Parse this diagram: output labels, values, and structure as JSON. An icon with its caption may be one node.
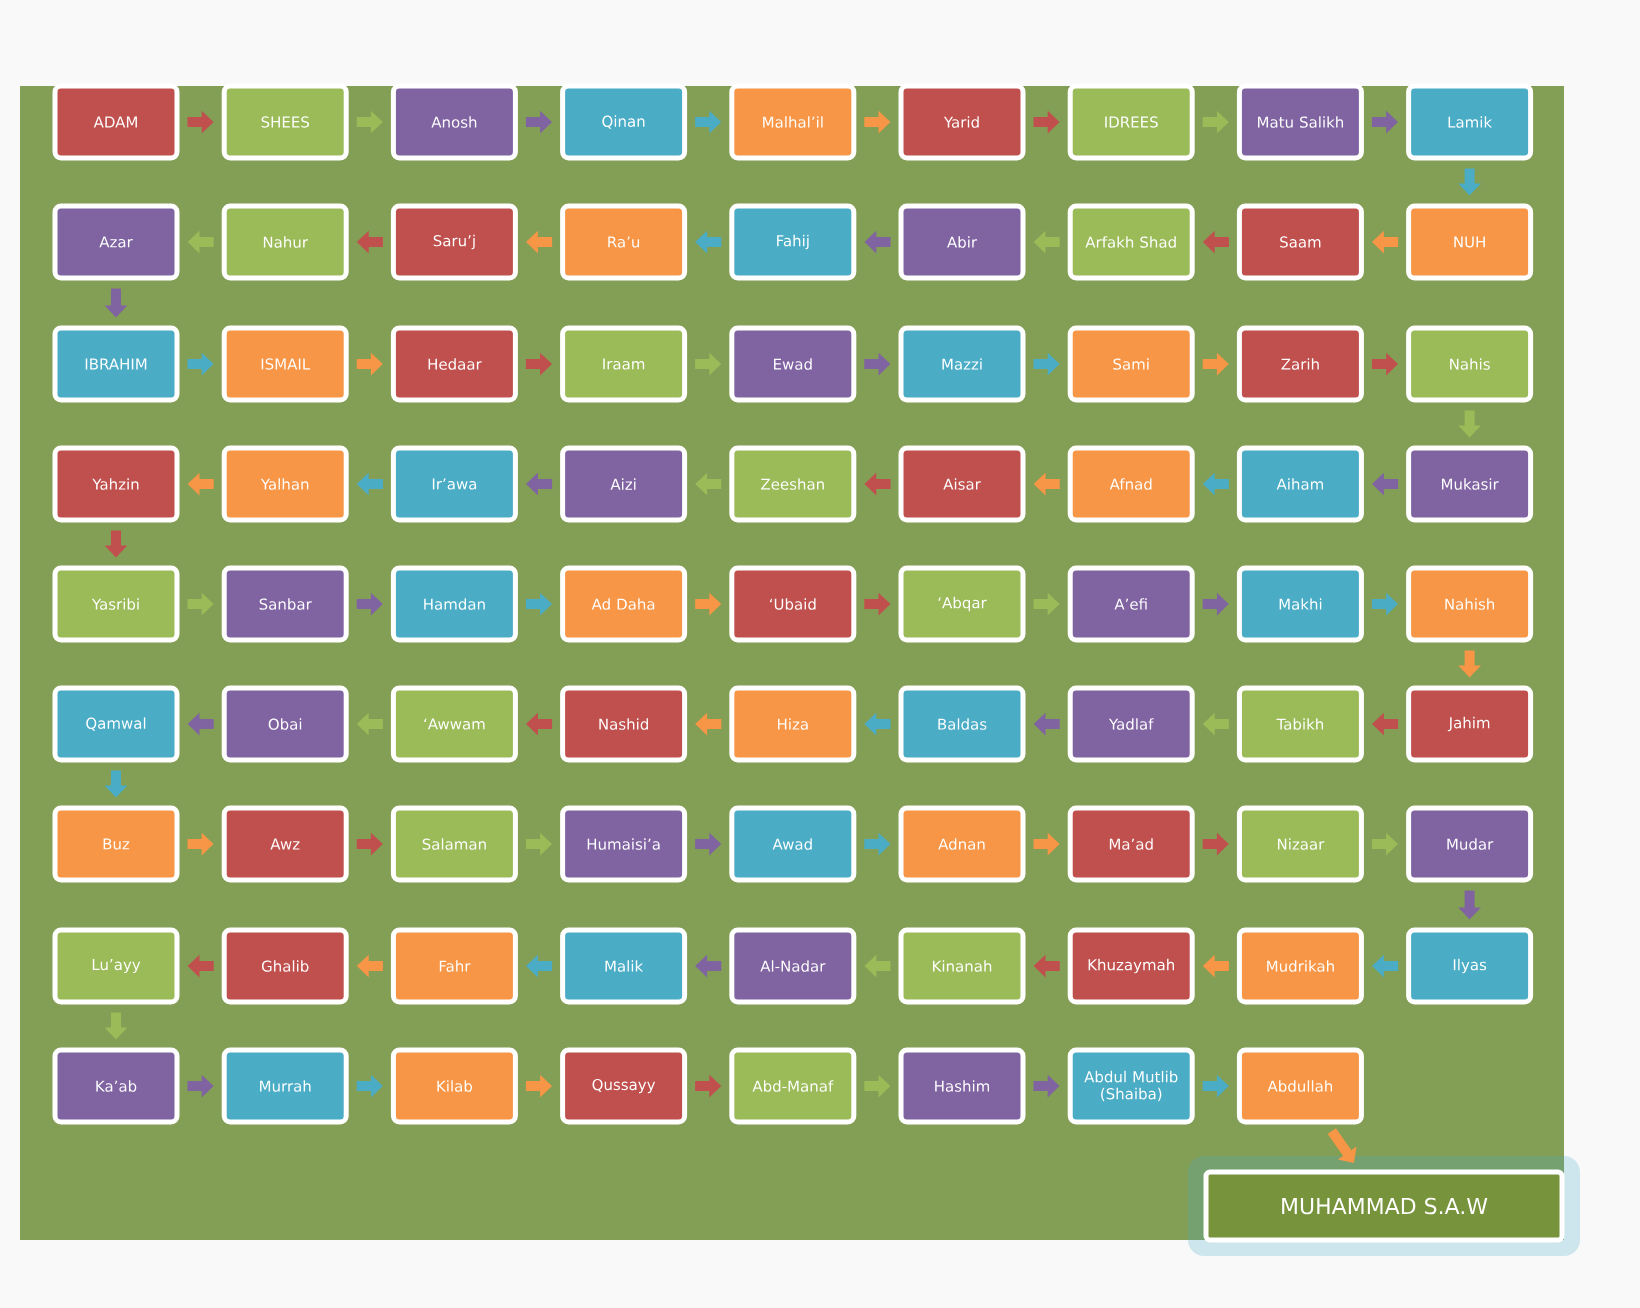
{
  "diagram": {
    "nodes": [
      {
        "text": [
          "ADAM"
        ]
      },
      {
        "text": [
          "SHEES"
        ]
      },
      {
        "text": [
          "Anosh"
        ]
      },
      {
        "text": [
          "Qinan"
        ]
      },
      {
        "text": [
          "Malhal’il"
        ]
      },
      {
        "text": [
          "Yarid"
        ]
      },
      {
        "text": [
          "IDREES"
        ]
      },
      {
        "text": [
          "Matu Salikh"
        ]
      },
      {
        "text": [
          "Lamik"
        ]
      },
      {
        "text": [
          "NUH"
        ]
      },
      {
        "text": [
          "Saam"
        ]
      },
      {
        "text": [
          "Arfakh Shad"
        ]
      },
      {
        "text": [
          "Abir"
        ]
      },
      {
        "text": [
          "Fahij"
        ]
      },
      {
        "text": [
          "Ra’u"
        ]
      },
      {
        "text": [
          "Saru’j"
        ]
      },
      {
        "text": [
          "Nahur"
        ]
      },
      {
        "text": [
          "Azar"
        ]
      },
      {
        "text": [
          "IBRAHIM"
        ]
      },
      {
        "text": [
          "ISMAIL"
        ]
      },
      {
        "text": [
          "Hedaar"
        ]
      },
      {
        "text": [
          "Iraam"
        ]
      },
      {
        "text": [
          "Ewad"
        ]
      },
      {
        "text": [
          "Mazzi"
        ]
      },
      {
        "text": [
          "Sami"
        ]
      },
      {
        "text": [
          "Zarih"
        ]
      },
      {
        "text": [
          "Nahis"
        ]
      },
      {
        "text": [
          "Mukasir"
        ]
      },
      {
        "text": [
          "Aiham"
        ]
      },
      {
        "text": [
          "Afnad"
        ]
      },
      {
        "text": [
          "Aisar"
        ]
      },
      {
        "text": [
          "Zeeshan"
        ]
      },
      {
        "text": [
          "Aizi"
        ]
      },
      {
        "text": [
          "Ir’awa"
        ]
      },
      {
        "text": [
          "Yalhan"
        ]
      },
      {
        "text": [
          "Yahzin"
        ]
      },
      {
        "text": [
          "Yasribi"
        ]
      },
      {
        "text": [
          "Sanbar"
        ]
      },
      {
        "text": [
          "Hamdan"
        ]
      },
      {
        "text": [
          "Ad Daha"
        ]
      },
      {
        "text": [
          "‘Ubaid"
        ]
      },
      {
        "text": [
          "‘Abqar"
        ]
      },
      {
        "text": [
          "A’efi"
        ]
      },
      {
        "text": [
          "Makhi"
        ]
      },
      {
        "text": [
          "Nahish"
        ]
      },
      {
        "text": [
          "Jahim"
        ]
      },
      {
        "text": [
          "Tabikh"
        ]
      },
      {
        "text": [
          "Yadlaf"
        ]
      },
      {
        "text": [
          "Baldas"
        ]
      },
      {
        "text": [
          "Hiza"
        ]
      },
      {
        "text": [
          "Nashid"
        ]
      },
      {
        "text": [
          "‘Awwam"
        ]
      },
      {
        "text": [
          "Obai"
        ]
      },
      {
        "text": [
          "Qamwal"
        ]
      },
      {
        "text": [
          "Buz"
        ]
      },
      {
        "text": [
          "Awz"
        ]
      },
      {
        "text": [
          "Salaman"
        ]
      },
      {
        "text": [
          "Humaisi’a"
        ]
      },
      {
        "text": [
          "Awad"
        ]
      },
      {
        "text": [
          "Adnan"
        ]
      },
      {
        "text": [
          "Ma’ad"
        ]
      },
      {
        "text": [
          "Nizaar"
        ]
      },
      {
        "text": [
          "Mudar"
        ]
      },
      {
        "text": [
          "Ilyas"
        ]
      },
      {
        "text": [
          "Mudrikah"
        ]
      },
      {
        "text": [
          "Khuzaymah"
        ]
      },
      {
        "text": [
          "Kinanah"
        ]
      },
      {
        "text": [
          "Al-Nadar"
        ]
      },
      {
        "text": [
          "Malik"
        ]
      },
      {
        "text": [
          "Fahr"
        ]
      },
      {
        "text": [
          "Ghalib"
        ]
      },
      {
        "text": [
          "Lu’ayy"
        ]
      },
      {
        "text": [
          "Ka’ab"
        ]
      },
      {
        "text": [
          "Murrah"
        ]
      },
      {
        "text": [
          "Kilab"
        ]
      },
      {
        "text": [
          "Qussayy"
        ]
      },
      {
        "text": [
          "Abd-Manaf"
        ]
      },
      {
        "text": [
          "Hashim"
        ]
      },
      {
        "text": [
          "Abdul Mutlib (Shaiba)"
        ]
      },
      {
        "text": [
          "Abdullah"
        ]
      },
      {
        "text": [
          "MUHAMMAD S.A.W"
        ]
      }
    ],
    "edges": [
      {
        "from": 0,
        "to": 1,
        "arrow": "to",
        "color": "#c0504d"
      },
      {
        "from": 1,
        "to": 2,
        "arrow": "to",
        "color": "#9bbb59"
      },
      {
        "from": 2,
        "to": 3,
        "arrow": "to",
        "color": "#8064a2"
      },
      {
        "from": 3,
        "to": 4,
        "arrow": "to",
        "color": "#4bacc6"
      },
      {
        "from": 4,
        "to": 5,
        "arrow": "to",
        "color": "#f79646"
      },
      {
        "from": 5,
        "to": 6,
        "arrow": "to",
        "color": "#c0504d"
      },
      {
        "from": 6,
        "to": 7,
        "arrow": "to",
        "color": "#9bbb59"
      },
      {
        "from": 7,
        "to": 8,
        "arrow": "to",
        "color": "#8064a2"
      },
      {
        "from": 8,
        "to": 9,
        "arrow": "to",
        "color": "#4bacc6"
      },
      {
        "from": 9,
        "to": 10,
        "arrow": "to",
        "color": "#f79646"
      },
      {
        "from": 10,
        "to": 11,
        "arrow": "to",
        "color": "#c0504d"
      },
      {
        "from": 11,
        "to": 12,
        "arrow": "to",
        "color": "#9bbb59"
      },
      {
        "from": 12,
        "to": 13,
        "arrow": "to",
        "color": "#8064a2"
      },
      {
        "from": 13,
        "to": 14,
        "arrow": "to",
        "color": "#4bacc6"
      },
      {
        "from": 14,
        "to": 15,
        "arrow": "to",
        "color": "#f79646"
      },
      {
        "from": 15,
        "to": 16,
        "arrow": "to",
        "color": "#c0504d"
      },
      {
        "from": 16,
        "to": 17,
        "arrow": "to",
        "color": "#9bbb59"
      },
      {
        "from": 17,
        "to": 18,
        "arrow": "to",
        "color": "#8064a2"
      },
      {
        "from": 18,
        "to": 19,
        "arrow": "to",
        "color": "#4bacc6"
      },
      {
        "from": 19,
        "to": 20,
        "arrow": "to",
        "color": "#f79646"
      },
      {
        "from": 20,
        "to": 21,
        "arrow": "to",
        "color": "#c0504d"
      },
      {
        "from": 21,
        "to": 22,
        "arrow": "to",
        "color": "#9bbb59"
      },
      {
        "from": 22,
        "to": 23,
        "arrow": "to",
        "color": "#8064a2"
      },
      {
        "from": 23,
        "to": 24,
        "arrow": "to",
        "color": "#4bacc6"
      },
      {
        "from": 24,
        "to": 25,
        "arrow": "to",
        "color": "#f79646"
      },
      {
        "from": 25,
        "to": 26,
        "arrow": "to",
        "color": "#c0504d"
      },
      {
        "from": 26,
        "to": 27,
        "arrow": "to",
        "color": "#9bbb59"
      },
      {
        "from": 27,
        "to": 28,
        "arrow": "to",
        "color": "#8064a2"
      },
      {
        "from": 28,
        "to": 29,
        "arrow": "to",
        "color": "#4bacc6"
      },
      {
        "from": 29,
        "to": 30,
        "arrow": "to",
        "color": "#f79646"
      },
      {
        "from": 30,
        "to": 31,
        "arrow": "to",
        "color": "#c0504d"
      },
      {
        "from": 31,
        "to": 32,
        "arrow": "to",
        "color": "#9bbb59"
      },
      {
        "from": 32,
        "to": 33,
        "arrow": "to",
        "color": "#8064a2"
      },
      {
        "from": 33,
        "to": 34,
        "arrow": "to",
        "color": "#4bacc6"
      },
      {
        "from": 34,
        "to": 35,
        "arrow": "to",
        "color": "#f79646"
      },
      {
        "from": 35,
        "to": 36,
        "arrow": "to",
        "color": "#c0504d"
      },
      {
        "from": 36,
        "to": 37,
        "arrow": "to",
        "color": "#9bbb59"
      },
      {
        "from": 37,
        "to": 38,
        "arrow": "to",
        "color": "#8064a2"
      },
      {
        "from": 38,
        "to": 39,
        "arrow": "to",
        "color": "#4bacc6"
      },
      {
        "from": 39,
        "to": 40,
        "arrow": "to",
        "color": "#f79646"
      },
      {
        "from": 40,
        "to": 41,
        "arrow": "to",
        "color": "#c0504d"
      },
      {
        "from": 41,
        "to": 42,
        "arrow": "to",
        "color": "#9bbb59"
      },
      {
        "from": 42,
        "to": 43,
        "arrow": "to",
        "color": "#8064a2"
      },
      {
        "from": 43,
        "to": 44,
        "arrow": "to",
        "color": "#4bacc6"
      },
      {
        "from": 44,
        "to": 45,
        "arrow": "to",
        "color": "#f79646"
      },
      {
        "from": 45,
        "to": 46,
        "arrow": "to",
        "color": "#c0504d"
      },
      {
        "from": 46,
        "to": 47,
        "arrow": "to",
        "color": "#9bbb59"
      },
      {
        "from": 47,
        "to": 48,
        "arrow": "to",
        "color": "#8064a2"
      },
      {
        "from": 48,
        "to": 49,
        "arrow": "to",
        "color": "#4bacc6"
      },
      {
        "from": 49,
        "to": 50,
        "arrow": "to",
        "color": "#f79646"
      },
      {
        "from": 50,
        "to": 51,
        "arrow": "to",
        "color": "#c0504d"
      },
      {
        "from": 51,
        "to": 52,
        "arrow": "to",
        "color": "#9bbb59"
      },
      {
        "from": 52,
        "to": 53,
        "arrow": "to",
        "color": "#8064a2"
      },
      {
        "from": 53,
        "to": 54,
        "arrow": "to",
        "color": "#4bacc6"
      },
      {
        "from": 54,
        "to": 55,
        "arrow": "to",
        "color": "#f79646"
      },
      {
        "from": 55,
        "to": 56,
        "arrow": "to",
        "color": "#c0504d"
      },
      {
        "from": 56,
        "to": 57,
        "arrow": "to",
        "color": "#9bbb59"
      },
      {
        "from": 57,
        "to": 58,
        "arrow": "to",
        "color": "#8064a2"
      },
      {
        "from": 58,
        "to": 59,
        "arrow": "to",
        "color": "#4bacc6"
      },
      {
        "from": 59,
        "to": 60,
        "arrow": "to",
        "color": "#f79646"
      },
      {
        "from": 60,
        "to": 61,
        "arrow": "to",
        "color": "#c0504d"
      },
      {
        "from": 61,
        "to": 62,
        "arrow": "to",
        "color": "#9bbb59"
      },
      {
        "from": 62,
        "to": 63,
        "arrow": "to",
        "color": "#8064a2"
      },
      {
        "from": 63,
        "to": 64,
        "arrow": "to",
        "color": "#4bacc6"
      },
      {
        "from": 64,
        "to": 65,
        "arrow": "to",
        "color": "#f79646"
      },
      {
        "from": 65,
        "to": 66,
        "arrow": "to",
        "color": "#c0504d"
      },
      {
        "from": 66,
        "to": 67,
        "arrow": "to",
        "color": "#9bbb59"
      },
      {
        "from": 67,
        "to": 68,
        "arrow": "to",
        "color": "#8064a2"
      },
      {
        "from": 68,
        "to": 69,
        "arrow": "to",
        "color": "#4bacc6"
      },
      {
        "from": 69,
        "to": 70,
        "arrow": "to",
        "color": "#f79646"
      },
      {
        "from": 70,
        "to": 71,
        "arrow": "to",
        "color": "#c0504d"
      },
      {
        "from": 71,
        "to": 72,
        "arrow": "to",
        "color": "#9bbb59"
      },
      {
        "from": 72,
        "to": 73,
        "arrow": "to",
        "color": "#8064a2"
      },
      {
        "from": 73,
        "to": 74,
        "arrow": "to",
        "color": "#4bacc6"
      },
      {
        "from": 74,
        "to": 75,
        "arrow": "to",
        "color": "#f79646"
      },
      {
        "from": 75,
        "to": 76,
        "arrow": "to",
        "color": "#c0504d"
      },
      {
        "from": 76,
        "to": 77,
        "arrow": "to",
        "color": "#9bbb59"
      },
      {
        "from": 77,
        "to": 78,
        "arrow": "to",
        "color": "#8064a2"
      },
      {
        "from": 78,
        "to": 79,
        "arrow": "to",
        "color": "#4bacc6"
      },
      {
        "from": 79,
        "to": 80,
        "arrow": "to",
        "color": "#f79646"
      }
    ]
  }
}
